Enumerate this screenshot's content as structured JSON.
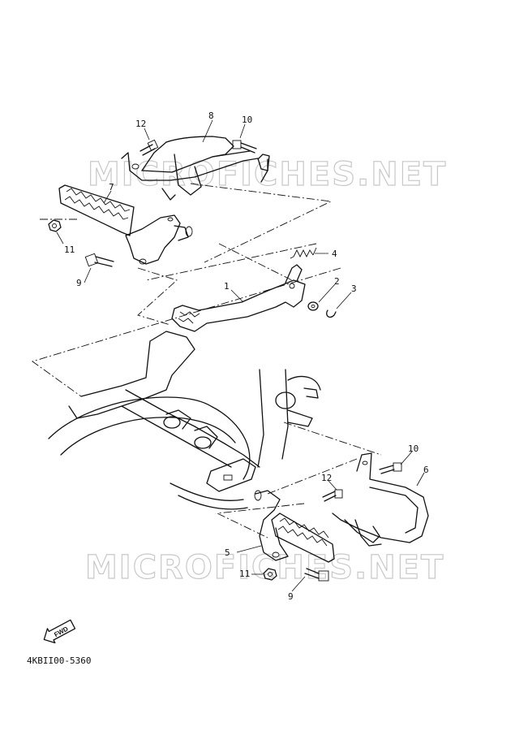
{
  "watermarks": [
    "MICROFICHES.NET",
    "MICROFICHES.NET"
  ],
  "diagram_code": "4KBII00-5360",
  "fwd_label": "FWD",
  "callouts": [
    "12",
    "8",
    "10",
    "7",
    "11",
    "9",
    "4",
    "1",
    "2",
    "3",
    "10",
    "6",
    "12",
    "5",
    "11",
    "9"
  ],
  "colors": {
    "line": "#111111",
    "watermark": "#c8c8c8",
    "background": "#ffffff"
  }
}
